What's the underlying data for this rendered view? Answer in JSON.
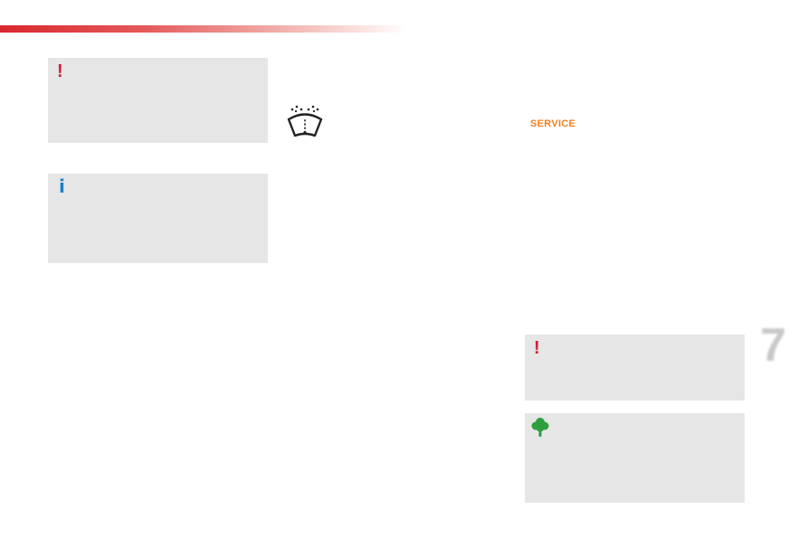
{
  "header": {
    "bar_color": "#d8282d"
  },
  "boxes": {
    "warning_1": {
      "icon": "exclamation-warning-icon",
      "glyph": "!",
      "color": "#d4202c"
    },
    "info_1": {
      "icon": "info-icon",
      "glyph": "i",
      "color": "#1a7fc8"
    },
    "warning_2": {
      "icon": "exclamation-warning-icon",
      "glyph": "!",
      "color": "#d4202c"
    },
    "eco_1": {
      "icon": "tree-eco-icon",
      "color": "#2e9e3f"
    }
  },
  "wiper": {
    "icon": "windscreen-wiper-washer-icon"
  },
  "service": {
    "label": "SERVICE",
    "color": "#f0821e"
  },
  "section": {
    "number": "7"
  }
}
